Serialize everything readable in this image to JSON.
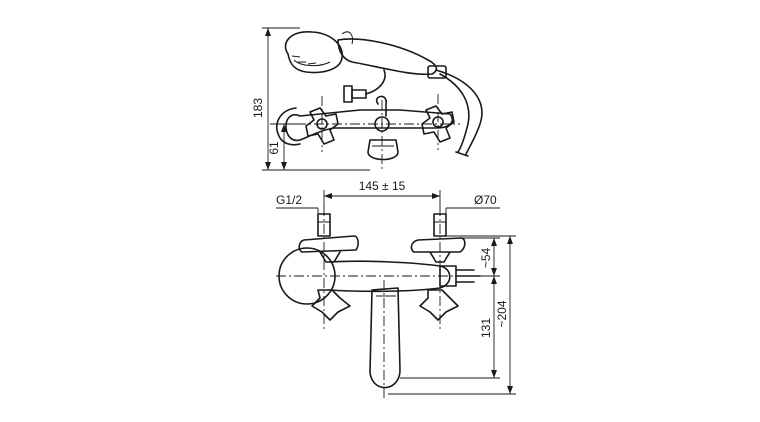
{
  "dimensions": {
    "height_total": "183",
    "height_lower": "61",
    "spacing": "145 ± 15",
    "thread": "G1/2",
    "diameter": "Ø70",
    "offset_top": "~54",
    "spout_len": "131",
    "total_depth": "~204"
  }
}
